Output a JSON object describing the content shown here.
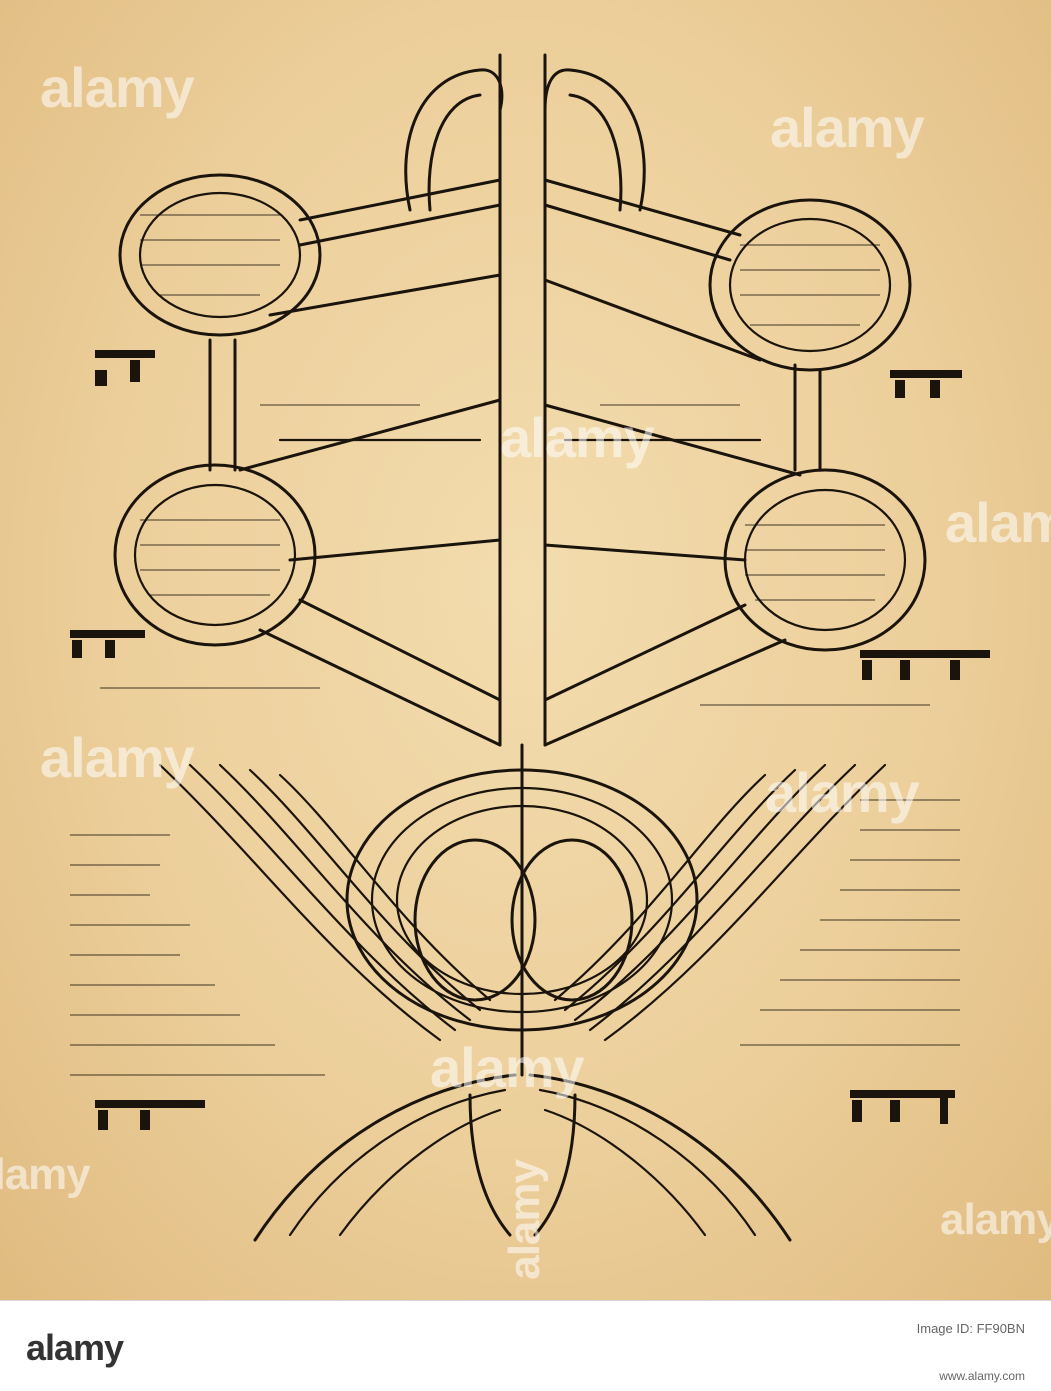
{
  "watermark": {
    "brand": "alamy",
    "side_text": "alamy"
  },
  "footer": {
    "brand": "alamy",
    "id_label": "Image ID: FF90BN",
    "id": "FF90BN",
    "url": "www.alamy.com"
  },
  "colors": {
    "ink": "#1a140c",
    "parchment": "#eccf9b"
  }
}
